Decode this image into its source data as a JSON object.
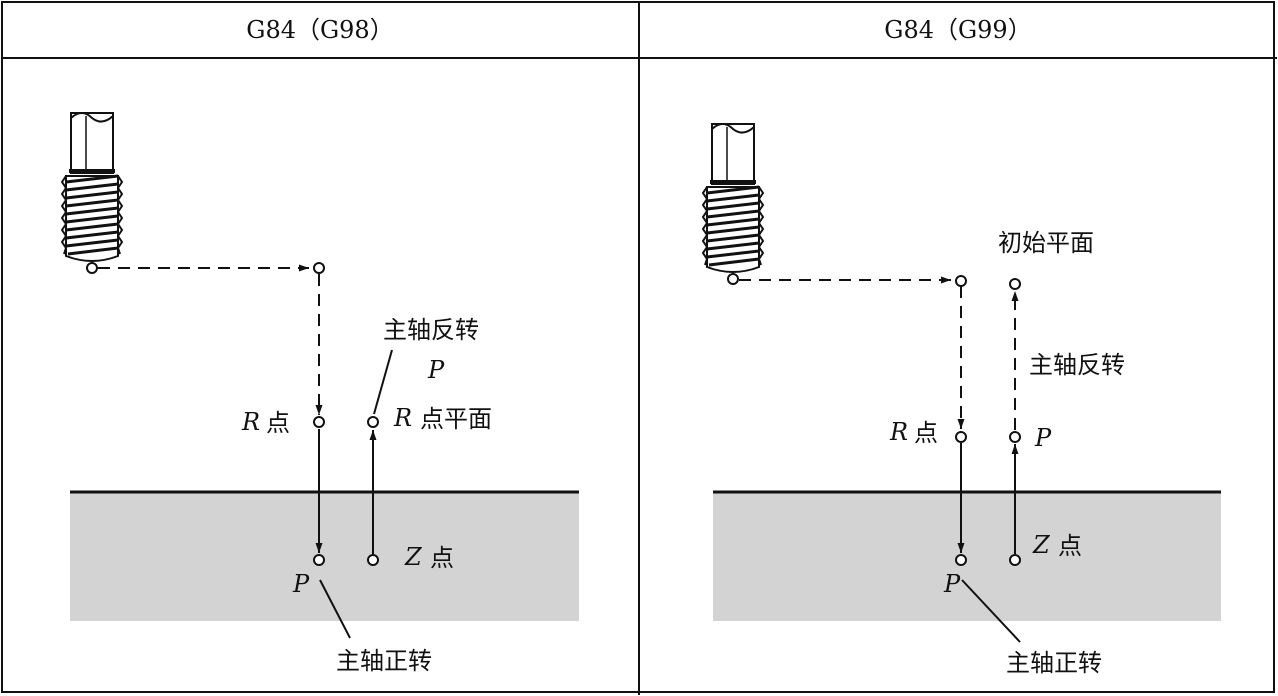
{
  "headers": {
    "left": "G84（G98）",
    "right": "G84（G99）"
  },
  "left": {
    "r_letter": "R",
    "r_point": "点",
    "reverse_label": "主轴反转",
    "p_upper": "P",
    "r_plane_letter": "R",
    "r_plane_text": "点平面",
    "z_letter": "Z",
    "z_point": "点",
    "p_lower": "P",
    "forward_label": "主轴正转"
  },
  "right": {
    "initial_plane": "初始平面",
    "reverse_label": "主轴反转",
    "r_letter": "R",
    "r_point": "点",
    "p_upper": "P",
    "z_letter": "Z",
    "z_point": "点",
    "p_lower": "P",
    "forward_label": "主轴正转"
  },
  "colors": {
    "workpiece": "#d3d3d3",
    "line": "#111111"
  }
}
